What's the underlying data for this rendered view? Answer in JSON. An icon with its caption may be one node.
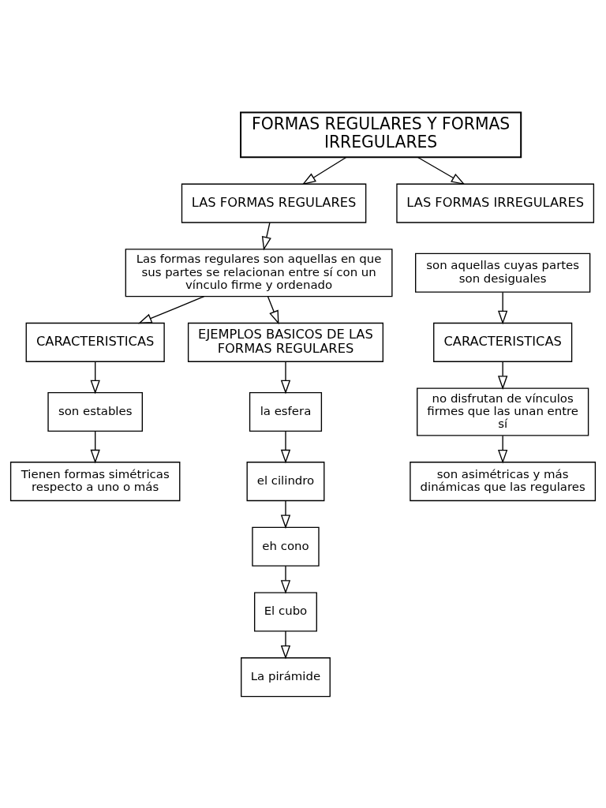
{
  "diagram": {
    "nodes": [
      {
        "text": [
          "FORMAS REGULARES Y FORMAS IRREGULARES"
        ]
      },
      {
        "text": [
          "LAS FORMAS REGULARES"
        ]
      },
      {
        "text": [
          "LAS FORMAS IRREGULARES"
        ]
      },
      {
        "text": [
          "Las formas regulares son aquellas en que sus partes se relacionan entre sí con un vínculo firme y ordenado"
        ]
      },
      {
        "text": [
          "CARACTERISTICAS"
        ]
      },
      {
        "text": [
          "EJEMPLOS BASICOS DE LAS FORMAS REGULARES"
        ]
      },
      {
        "text": [
          "son estables"
        ]
      },
      {
        "text": [
          "Tienen formas simétricas respecto a uno o más"
        ]
      },
      {
        "text": [
          "la esfera"
        ]
      },
      {
        "text": [
          "el cilindro"
        ]
      },
      {
        "text": [
          "eh cono"
        ]
      },
      {
        "text": [
          "El cubo"
        ]
      },
      {
        "text": [
          "La pirámide"
        ]
      },
      {
        "text": [
          "son aquellas cuyas partes son desiguales"
        ]
      },
      {
        "text": [
          "CARACTERISTICAS"
        ]
      },
      {
        "text": [
          "no disfrutan de vínculos firmes que las unan entre sí"
        ]
      },
      {
        "text": [
          "son asimétricas y más dinámicas que las regulares"
        ]
      }
    ],
    "edges": [
      {
        "from": 0,
        "to": 1,
        "arrow": "to"
      },
      {
        "from": 0,
        "to": 2,
        "arrow": "to"
      },
      {
        "from": 1,
        "to": 3,
        "arrow": "to"
      },
      {
        "from": 3,
        "to": 4,
        "arrow": "to"
      },
      {
        "from": 3,
        "to": 5,
        "arrow": "to"
      },
      {
        "from": 4,
        "to": 6,
        "arrow": "to"
      },
      {
        "from": 6,
        "to": 7,
        "arrow": "to"
      },
      {
        "from": 5,
        "to": 8,
        "arrow": "to"
      },
      {
        "from": 8,
        "to": 9,
        "arrow": "to"
      },
      {
        "from": 9,
        "to": 10,
        "arrow": "to"
      },
      {
        "from": 10,
        "to": 11,
        "arrow": "to"
      },
      {
        "from": 11,
        "to": 12,
        "arrow": "to"
      },
      {
        "from": 13,
        "to": 14,
        "arrow": "to"
      },
      {
        "from": 14,
        "to": 15,
        "arrow": "to"
      },
      {
        "from": 15,
        "to": 16,
        "arrow": "to"
      }
    ]
  }
}
